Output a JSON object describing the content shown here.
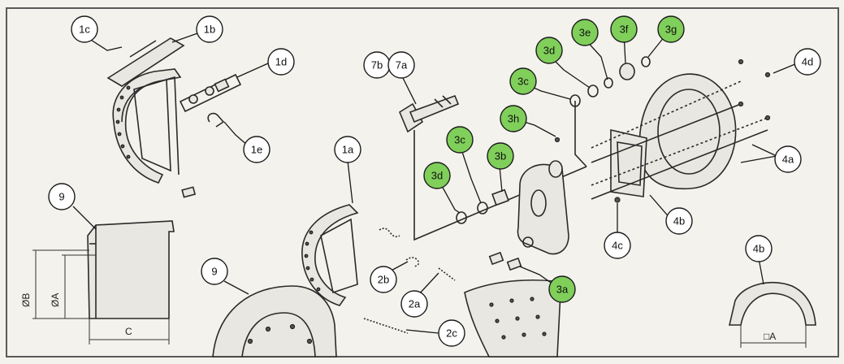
{
  "colors": {
    "background": "#f4f2ec",
    "frame": "#5a5a5a",
    "callout_plain": "#ffffff",
    "callout_highlight": "#7fcf5a",
    "line": "#2a2a2a"
  },
  "callouts": [
    {
      "id": "c-1c",
      "label": "1c",
      "highlight": false
    },
    {
      "id": "c-1b",
      "label": "1b",
      "highlight": false
    },
    {
      "id": "c-1d",
      "label": "1d",
      "highlight": false
    },
    {
      "id": "c-1e",
      "label": "1e",
      "highlight": false
    },
    {
      "id": "c-9-top",
      "label": "9",
      "highlight": false
    },
    {
      "id": "c-1a",
      "label": "1a",
      "highlight": false
    },
    {
      "id": "c-9-bottom",
      "label": "9",
      "highlight": false
    },
    {
      "id": "c-2b",
      "label": "2b",
      "highlight": false
    },
    {
      "id": "c-2a",
      "label": "2a",
      "highlight": false
    },
    {
      "id": "c-2c",
      "label": "2c",
      "highlight": false
    },
    {
      "id": "c-7b",
      "label": "7b",
      "highlight": false
    },
    {
      "id": "c-7a",
      "label": "7a",
      "highlight": false
    },
    {
      "id": "c-3e",
      "label": "3e",
      "highlight": true
    },
    {
      "id": "c-3f",
      "label": "3f",
      "highlight": true
    },
    {
      "id": "c-3g",
      "label": "3g",
      "highlight": true
    },
    {
      "id": "c-3d-top",
      "label": "3d",
      "highlight": true
    },
    {
      "id": "c-3c-top",
      "label": "3c",
      "highlight": true
    },
    {
      "id": "c-3h",
      "label": "3h",
      "highlight": true
    },
    {
      "id": "c-3c-mid",
      "label": "3c",
      "highlight": true
    },
    {
      "id": "c-3b",
      "label": "3b",
      "highlight": true
    },
    {
      "id": "c-3d-mid",
      "label": "3d",
      "highlight": true
    },
    {
      "id": "c-3a",
      "label": "3a",
      "highlight": true
    },
    {
      "id": "c-4d",
      "label": "4d",
      "highlight": false
    },
    {
      "id": "c-4a",
      "label": "4a",
      "highlight": false
    },
    {
      "id": "c-4b-mid",
      "label": "4b",
      "highlight": false
    },
    {
      "id": "c-4c",
      "label": "4c",
      "highlight": false
    },
    {
      "id": "c-4b-corner",
      "label": "4b",
      "highlight": false
    }
  ],
  "dimensions": {
    "diameter_b": "ØB",
    "diameter_a": "ØA",
    "width_c": "C",
    "square_a": "□A"
  }
}
